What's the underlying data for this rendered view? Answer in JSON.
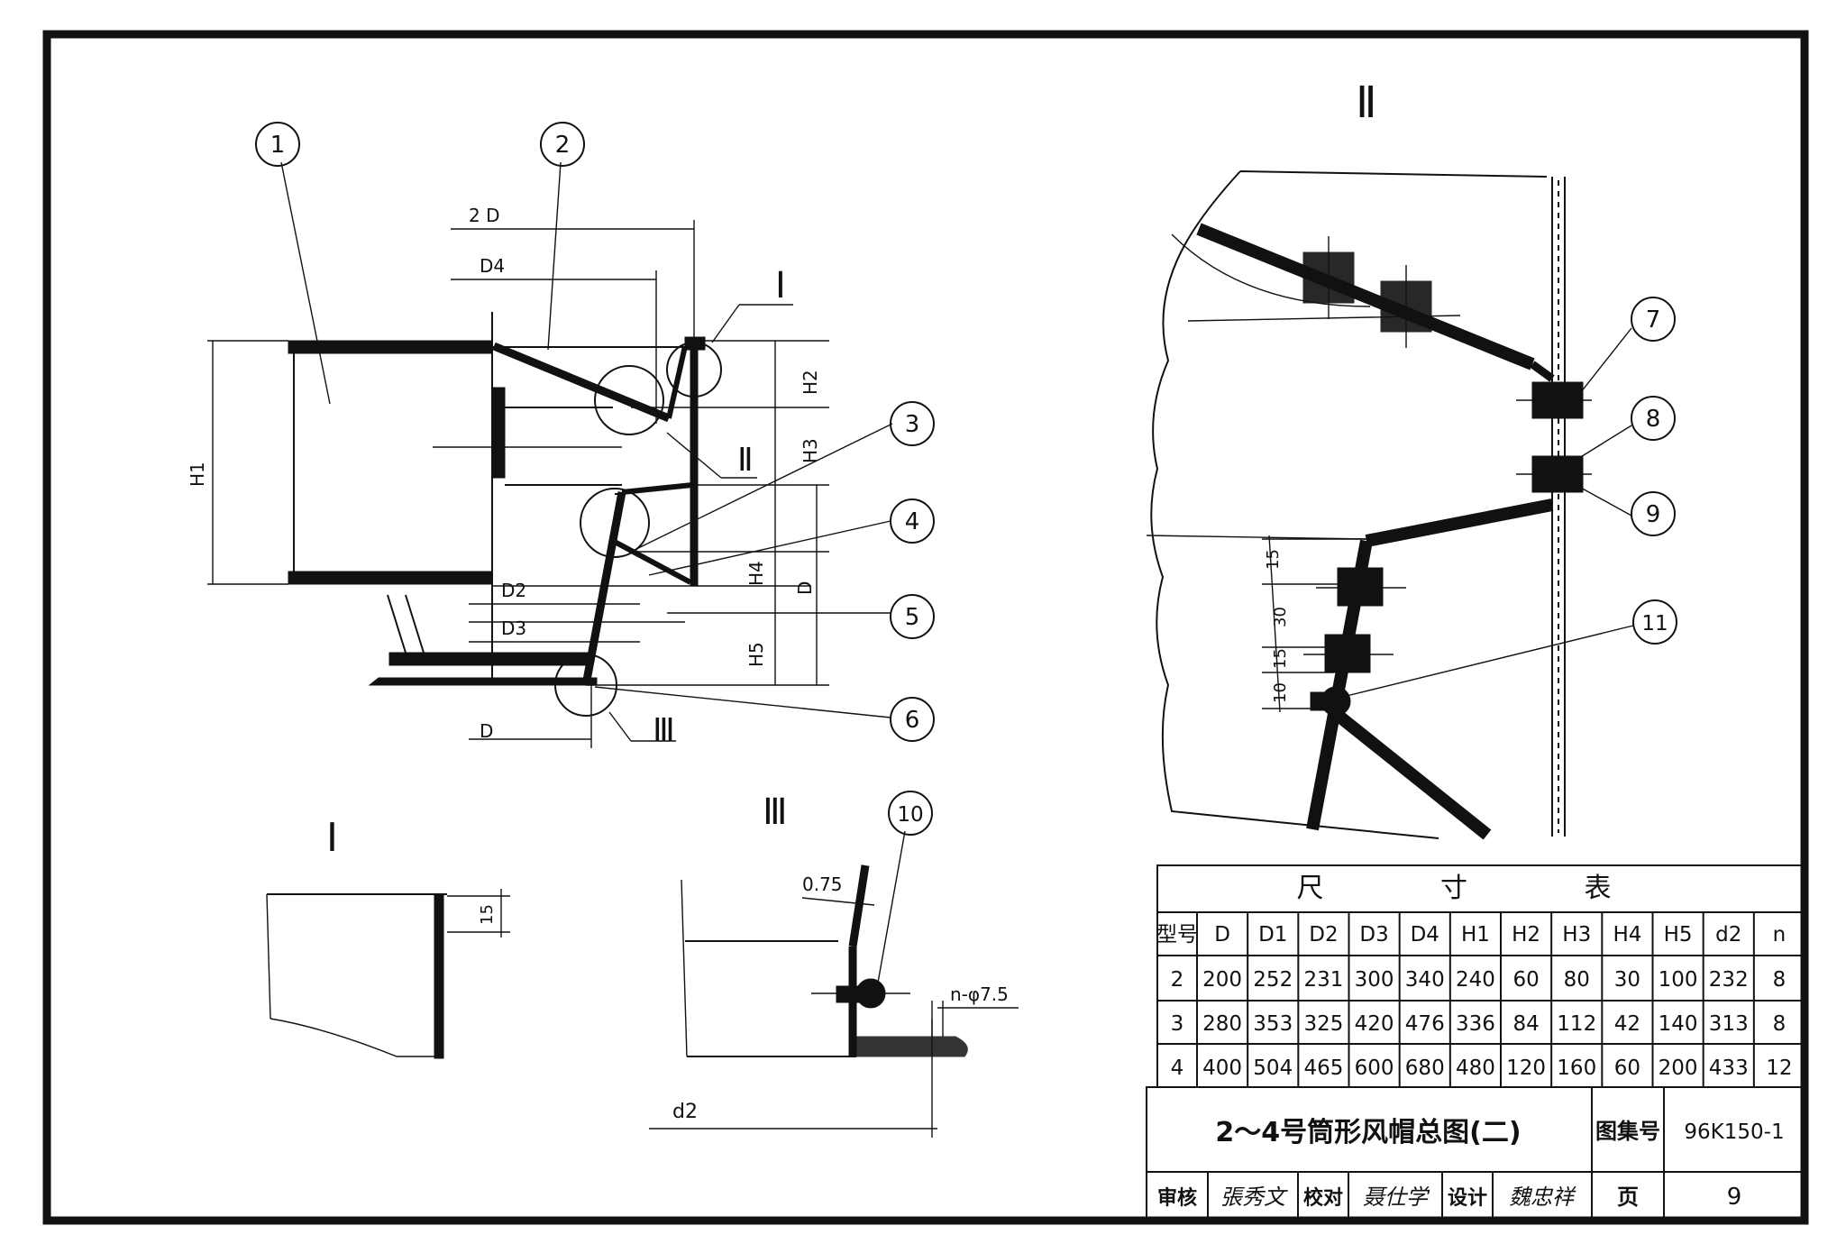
{
  "drawing": {
    "section_labels": {
      "I": "Ⅰ",
      "II": "Ⅱ",
      "III": "Ⅲ"
    },
    "callouts": [
      "1",
      "2",
      "3",
      "4",
      "5",
      "6",
      "7",
      "8",
      "9",
      "10",
      "11"
    ],
    "dimensions": {
      "two_d": "2 D",
      "d4": "D4",
      "d2": "D2",
      "d3": "D3",
      "d": "D",
      "h1": "H1",
      "h2": "H2",
      "h3": "H3",
      "h4": "H4",
      "h5": "H5",
      "d_right": "D",
      "detail1_15": "15",
      "detail3_075": "0.75",
      "detail3_holes": "n-φ7.5",
      "detail3_d2": "d2",
      "detail2_15a": "15",
      "detail2_30": "30",
      "detail2_15b": "15",
      "detail2_10": "10"
    }
  },
  "table": {
    "title": "尺 寸 表",
    "columns": [
      "型号",
      "D",
      "D1",
      "D2",
      "D3",
      "D4",
      "H1",
      "H2",
      "H3",
      "H4",
      "H5",
      "d2",
      "n"
    ],
    "rows": [
      [
        "2",
        "200",
        "252",
        "231",
        "300",
        "340",
        "240",
        "60",
        "80",
        "30",
        "100",
        "232",
        "8"
      ],
      [
        "3",
        "280",
        "353",
        "325",
        "420",
        "476",
        "336",
        "84",
        "112",
        "42",
        "140",
        "313",
        "8"
      ],
      [
        "4",
        "400",
        "504",
        "465",
        "600",
        "680",
        "480",
        "120",
        "160",
        "60",
        "200",
        "433",
        "12"
      ]
    ]
  },
  "title_block": {
    "drawing_title": "2～4号筒形风帽总图(二)",
    "atlas_label": "图集号",
    "atlas_number": "96K150-1",
    "review_label": "审核",
    "review_name": "張秀文",
    "check_label": "校对",
    "check_name": "聂仕学",
    "design_label": "设计",
    "design_name": "魏忠祥",
    "page_label": "页",
    "page_number": "9"
  }
}
